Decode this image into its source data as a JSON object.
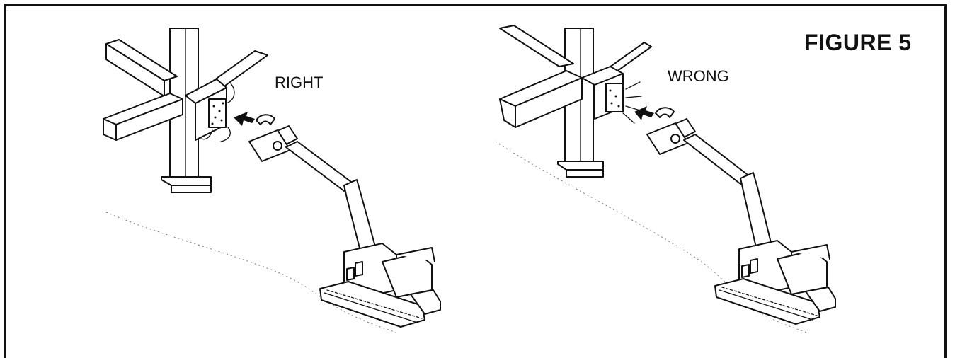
{
  "figure": {
    "title": "FIGURE 5"
  },
  "panels": {
    "right": {
      "label": "RIGHT"
    },
    "wrong": {
      "label": "WRONG"
    }
  }
}
